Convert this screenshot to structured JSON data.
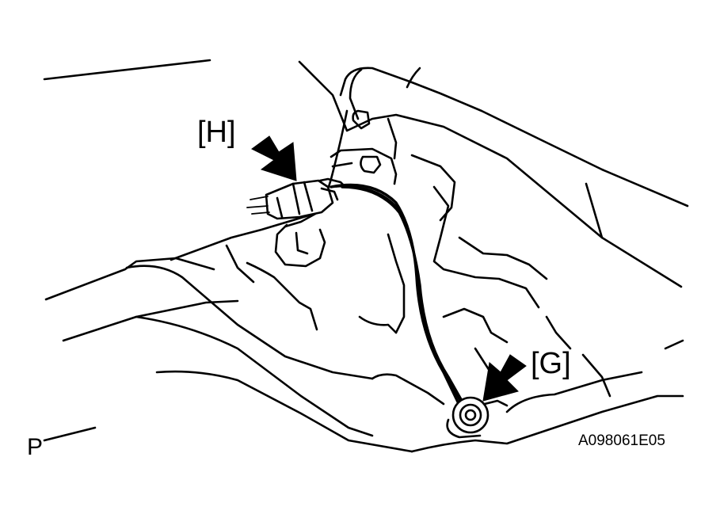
{
  "callouts": {
    "connector_label": "[H]",
    "clamp_label": "[G]"
  },
  "view_letter": "P",
  "figure_code": "A098061E05",
  "colors": {
    "ink": "#000000",
    "background": "#ffffff"
  }
}
